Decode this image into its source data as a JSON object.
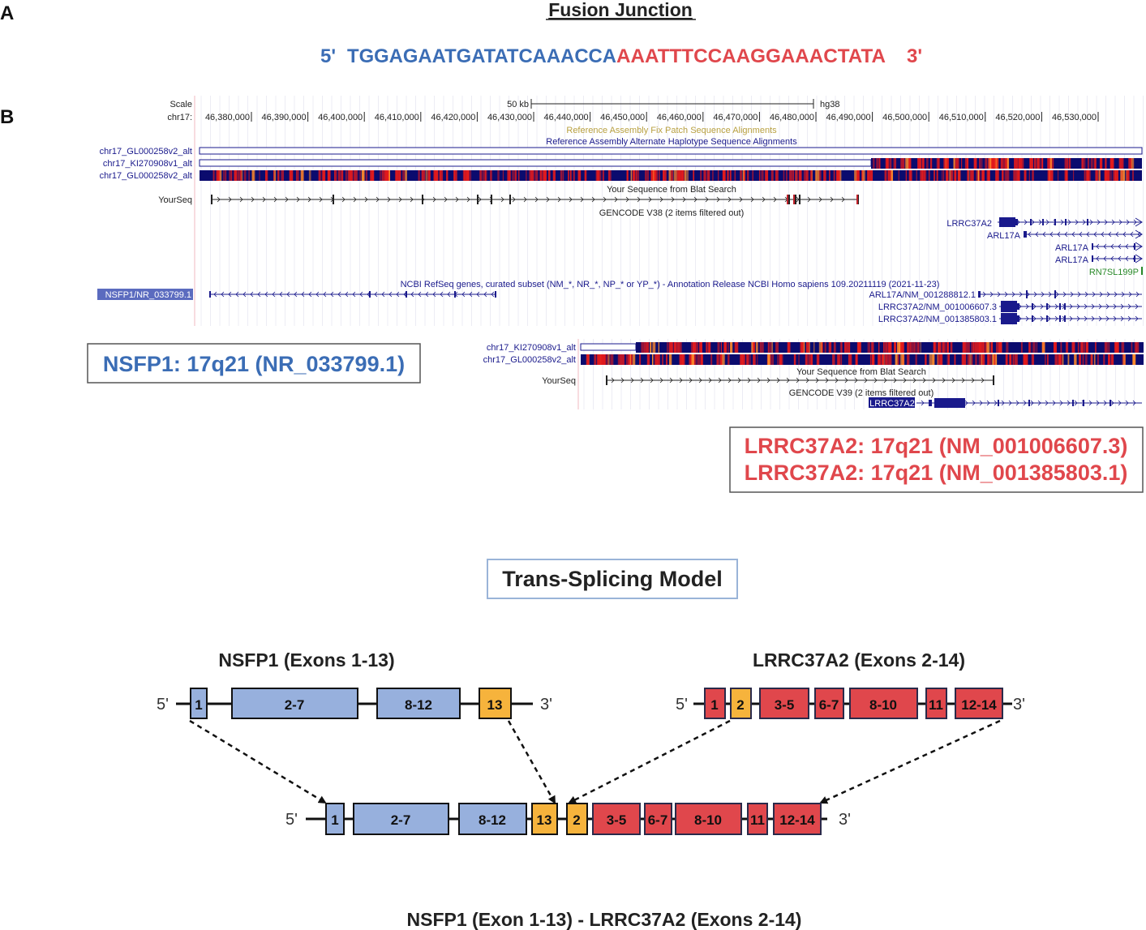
{
  "panel_a": {
    "letter": "A",
    "title": "Fusion Junction",
    "five_prime": "5'",
    "seq_nsfp1": "TGGAGAATGATATCAAACCA",
    "seq_lrrc37a2": "AAATTTCCAAGGAAACTATA",
    "three_prime": "3'"
  },
  "panel_b": {
    "letter": "B",
    "scale_label": "Scale",
    "scale_value": "50 kb",
    "assembly": "hg38",
    "chrom_label": "chr17:",
    "ticks": [
      "46,380,000",
      "46,390,000",
      "46,400,000",
      "46,410,000",
      "46,420,000",
      "46,430,000",
      "46,440,000",
      "46,450,000",
      "46,460,000",
      "46,470,000",
      "46,480,000",
      "46,490,000",
      "46,500,000",
      "46,510,000",
      "46,520,000",
      "46,530,000"
    ],
    "fix_patch_title": "Reference Assembly Fix Patch Sequence Alignments",
    "alt_hap_title": "Reference Assembly Alternate Haplotype Sequence Alignments",
    "alt_tracks": [
      "chr17_GL000258v2_alt",
      "chr17_KI270908v1_alt",
      "chr17_GL000258v2_alt"
    ],
    "yourseq_label": "YourSeq",
    "blat_title": "Your Sequence from Blat Search",
    "gencode_title": "GENCODE V38 (2 items filtered out)",
    "gencode_genes": [
      "LRRC37A2",
      "ARL17A",
      "ARL17A",
      "ARL17A",
      "RN7SL199P"
    ],
    "refseq_title": "NCBI RefSeq genes, curated subset (NM_*, NR_*, NP_* or YP_*) - Annotation Release NCBI Homo sapiens 109.20211119 (2021-11-23)",
    "refseq_left": "NSFP1/NR_033799.1",
    "refseq_right": [
      "ARL17A/NM_001288812.1",
      "LRRC37A2/NM_001006607.3",
      "LRRC37A2/NM_001385803.1"
    ],
    "nsfp1_box": "NSFP1: 17q21 (NR_033799.1)",
    "zoom_alt_tracks": [
      "chr17_KI270908v1_alt",
      "chr17_GL000258v2_alt"
    ],
    "zoom_yourseq": "YourSeq",
    "zoom_blat_title": "Your Sequence from Blat Search",
    "zoom_gencode_title": "GENCODE V39 (2 items filtered out)",
    "zoom_gene": "LRRC37A2",
    "lrrc_box": [
      "LRRC37A2: 17q21 (NM_001006607.3)",
      "LRRC37A2: 17q21 (NM_001385803.1)"
    ]
  },
  "model": {
    "title": "Trans-Splicing Model",
    "nsfp1_title": "NSFP1 (Exons 1-13)",
    "lrrc_title": "LRRC37A2 (Exons 2-14)",
    "five": "5'",
    "three": "3'",
    "nsfp1_exons": [
      "1",
      "2-7",
      "8-12",
      "13"
    ],
    "lrrc_exons": [
      "1",
      "2",
      "3-5",
      "6-7",
      "8-10",
      "11",
      "12-14"
    ],
    "fusion_exons": [
      "1",
      "2-7",
      "8-12",
      "13",
      "2",
      "3-5",
      "6-7",
      "8-10",
      "11",
      "12-14"
    ],
    "fusion_caption": "NSFP1 (Exon 1-13) - LRRC37A2 (Exons 2-14)"
  },
  "colors": {
    "blue_text": "#3b6db5",
    "red_text": "#e0474c",
    "blue_exon": "#97b0dd",
    "orange_exon": "#f6b33c",
    "red_exon": "#e0474c",
    "track_navy": "#0b0b6e",
    "track_red": "#e31a1c"
  }
}
